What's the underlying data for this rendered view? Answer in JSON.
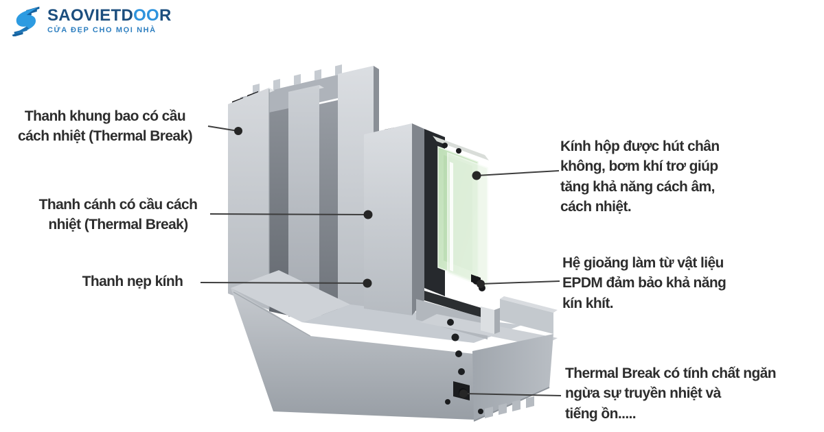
{
  "page": {
    "background": "#ffffff"
  },
  "logo": {
    "brand_part1": "SAOVIETD",
    "brand_part2": "OO",
    "brand_part3": "R",
    "tagline": "CỬA ĐẸP CHO MỌI NHÀ",
    "brand_color": "#1c4e7e",
    "accent_color": "#2e93dd",
    "icon": "s-ribbon-icon"
  },
  "diagram": {
    "subject": "aluminium-thermal-break-door-corner-cutaway",
    "callouts": {
      "left": [
        {
          "id": "frame-bar",
          "text": "Thanh khung bao có cầu\ncách nhiệt (Thermal Break)"
        },
        {
          "id": "sash-bar",
          "text": "Thanh cánh có cầu cách\nnhiệt (Thermal Break)"
        },
        {
          "id": "glazing-bead",
          "text": "Thanh nẹp kính"
        }
      ],
      "right": [
        {
          "id": "insulated-glass",
          "text": "Kính hộp được hút chân\nkhông, bơm khí trơ giúp\ntăng khả năng cách âm,\ncách nhiệt."
        },
        {
          "id": "epdm-gasket",
          "text": "Hệ gioăng làm từ vật liệu\nEPDM đảm bảo khả năng\nkín khít."
        },
        {
          "id": "thermal-break",
          "text": "Thermal Break có tính chất ngăn\nngừa sự truyền nhiệt  và\ntiếng ồn....."
        }
      ]
    },
    "colors": {
      "aluminium_light": "#d6d9dd",
      "aluminium_mid": "#b5bac0",
      "aluminium_dark": "#6e737a",
      "gasket_black": "#1b1c1e",
      "glass_green": "#c2e1ba",
      "leader_line": "#3d3d3d",
      "label_text": "#2d2d2d"
    }
  }
}
